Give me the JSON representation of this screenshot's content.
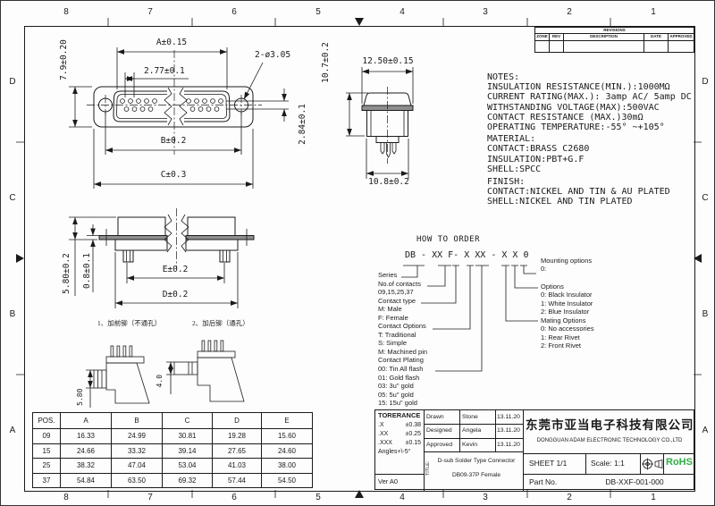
{
  "sheet": {
    "grid_top": [
      "8",
      "7",
      "6",
      "5",
      "4",
      "3",
      "2",
      "1"
    ],
    "grid_bottom": [
      "8",
      "7",
      "6",
      "5",
      "4",
      "3",
      "2",
      "1"
    ],
    "grid_left": [
      "D",
      "C",
      "B",
      "A"
    ],
    "grid_right": [
      "D",
      "C",
      "B",
      "A"
    ]
  },
  "revision_table": {
    "title": "REVISIONS",
    "headers": [
      "ZONE",
      "REV",
      "DESCRIPTION",
      "DATE",
      "APPROVED"
    ]
  },
  "front_view": {
    "dim_height": "7.9±0.20",
    "dim_a": "A±0.15",
    "dim_pitch": "2.77±0.1",
    "dim_holes": "2-ø3.05",
    "dim_row_offset": "2.84±0.1",
    "dim_b": "B±0.2",
    "dim_c": "C±0.3"
  },
  "side_view": {
    "dim_height": "10.7±0.2",
    "dim_flange": "12.50±0.15",
    "dim_body": "10.8±0.2"
  },
  "profile_view": {
    "dim_stack": "5.80±0.2",
    "dim_flange_thk": "0.8±0.1",
    "dim_e": "E±0.2",
    "dim_d": "D±0.2",
    "caption_front": "1、加前铆（不通孔）",
    "caption_rear": "2、加后铆（通孔）"
  },
  "detail_views": {
    "dim_left": "5.80",
    "dim_right": "4.0"
  },
  "notes": {
    "title": "NOTES:",
    "lines": [
      "INSULATION RESISTANCE(MIN.):1000MΩ",
      "CURRENT RATING(MAX.): 3amp AC/ 5amp DC",
      "WITHSTANDING VOLTAGE(MAX):500VAC",
      "CONTACT RESISTANCE (MAX.)30mΩ",
      "OPERATING TEMPERATURE:-55° ~+105°"
    ],
    "material_title": "MATERIAL:",
    "material_lines": [
      "CONTACT:BRASS C2680",
      "INSULATION:PBT+G.F",
      "SHELL:SPCC"
    ],
    "finish_title": "FINISH:",
    "finish_lines": [
      "CONTACT:NICKEL AND TIN & AU PLATED",
      "SHELL:NICKEL AND TIN PLATED"
    ]
  },
  "how_to_order": {
    "title": "HOW TO ORDER",
    "code": "DB - XX F- X XX - X X 0",
    "left_labels": [
      "Series",
      "No.of contacts",
      "09,15,25,37",
      "Contact type",
      "M: Male",
      "F: Female",
      "Contact Options",
      "T: Traditional",
      "S: Simple",
      "M: Machined pin",
      "Contact Plating",
      "00: Tin All flash",
      "01: Gold flash",
      "03: 3u\" gold",
      "05: 5u\" gold",
      "15: 15u\" gold"
    ],
    "mounting_title": "Mounting options",
    "mounting_item": "0:",
    "options_title": "Options",
    "options_items": [
      "0: Black Insulator",
      "1: White Insulator",
      "2: Blue Insulator"
    ],
    "mating_title": "Mating Options",
    "mating_items": [
      "0: No accessories",
      "1: Rear Rivet",
      "2: Front Rivet"
    ]
  },
  "dim_table": {
    "headers": [
      "POS.",
      "A",
      "B",
      "C",
      "D",
      "E"
    ],
    "rows": [
      [
        "09",
        "16.33",
        "24.99",
        "30.81",
        "19.28",
        "15.60"
      ],
      [
        "15",
        "24.66",
        "33.32",
        "39.14",
        "27.65",
        "24.60"
      ],
      [
        "25",
        "38.32",
        "47.04",
        "53.04",
        "41.03",
        "38.00"
      ],
      [
        "37",
        "54.84",
        "63.50",
        "69.32",
        "57.44",
        "54.50"
      ]
    ]
  },
  "title_block": {
    "tolerance_title": "TORERANCE",
    "tol_rows": [
      {
        "l": ".X",
        "v": "±0.38"
      },
      {
        "l": ".XX",
        "v": "±0.25"
      },
      {
        "l": ".XXX",
        "v": "±0.15"
      }
    ],
    "angles": "Angles+\\-5°",
    "version": "Ver A0",
    "sign_rows": [
      {
        "role": "Drawn",
        "name": "Stone",
        "date": "13.11.20"
      },
      {
        "role": "Designed",
        "name": "Angela",
        "date": "13.11.20"
      },
      {
        "role": "Approved",
        "name": "Kevin",
        "date": "13.11.20"
      }
    ],
    "title_label": "TITLE:",
    "title_line1": "D-sub Solder Type Connector",
    "title_line2": "DB09-37P Female",
    "company_cn": "东莞市亚当电子科技有限公司",
    "company_en": "DONGGUAN ADAM ELECTRONIC TECHNOLOGY CO.,LTD",
    "sheet": "SHEET 1/1",
    "scale": "Scale: 1:1",
    "rohs": "RoHS",
    "part_label": "Part No.",
    "part_no": "DB-XXF-001-000"
  },
  "colors": {
    "line": "#1b1b1b",
    "rohs_green": "#2fae45",
    "fill_gray": "#8f8f8f"
  }
}
